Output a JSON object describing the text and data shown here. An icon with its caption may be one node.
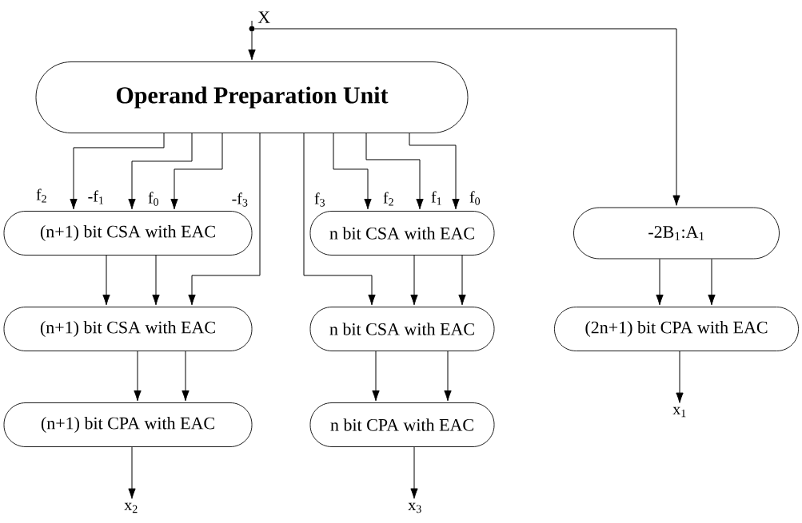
{
  "diagram": {
    "nodes": [
      {
        "text": [
          "X"
        ]
      },
      {
        "text": [
          "Operand Preparation Unit"
        ]
      },
      {
        "text": [
          "(n+1) bit CSA with EAC"
        ]
      },
      {
        "text": [
          "n bit CSA with EAC"
        ]
      },
      {
        "text": [
          "-2B$_{1}$:A$_{1}$"
        ]
      },
      {
        "text": [
          "(n+1) bit CSA with EAC"
        ]
      },
      {
        "text": [
          "n bit CSA with EAC"
        ]
      },
      {
        "text": [
          "(2n+1) bit CPA with EAC"
        ]
      },
      {
        "text": [
          "(n+1) bit CPA with EAC"
        ]
      },
      {
        "text": [
          "n bit CPA with EAC"
        ]
      },
      {
        "text": [
          "x$_{2}$"
        ]
      },
      {
        "text": [
          "x$_{3}$"
        ]
      },
      {
        "text": [
          "x$_{1}$"
        ]
      },
      {
        "text": [],
        "shape": "circle"
      }
    ],
    "edges": [
      {
        "from": 13,
        "to": 1,
        "arrow": "to"
      },
      {
        "from": 13,
        "to": 4,
        "arrow": "to"
      },
      {
        "from": 1,
        "to": 2,
        "arrow": "to",
        "label": "f$_{2}$"
      },
      {
        "from": 1,
        "to": 2,
        "arrow": "to",
        "label": "-f$_{1}$"
      },
      {
        "from": 1,
        "to": 2,
        "arrow": "to",
        "label": "f$_{0}$"
      },
      {
        "from": 1,
        "to": 5,
        "arrow": "to",
        "label": "-f$_{3}$"
      },
      {
        "from": 1,
        "to": 6,
        "arrow": "to",
        "label": "f$_{3}$"
      },
      {
        "from": 1,
        "to": 3,
        "arrow": "to",
        "label": "f$_{2}$"
      },
      {
        "from": 1,
        "to": 3,
        "arrow": "to",
        "label": "f$_{1}$"
      },
      {
        "from": 1,
        "to": 3,
        "arrow": "to",
        "label": "f$_{0}$"
      },
      {
        "from": 2,
        "to": 5,
        "arrow": "to"
      },
      {
        "from": 2,
        "to": 5,
        "arrow": "to"
      },
      {
        "from": 3,
        "to": 6,
        "arrow": "to"
      },
      {
        "from": 3,
        "to": 6,
        "arrow": "to"
      },
      {
        "from": 4,
        "to": 7,
        "arrow": "to"
      },
      {
        "from": 4,
        "to": 7,
        "arrow": "to"
      },
      {
        "from": 5,
        "to": 8,
        "arrow": "to"
      },
      {
        "from": 5,
        "to": 8,
        "arrow": "to"
      },
      {
        "from": 6,
        "to": 9,
        "arrow": "to"
      },
      {
        "from": 6,
        "to": 9,
        "arrow": "to"
      },
      {
        "from": 8,
        "to": 10,
        "arrow": "to"
      },
      {
        "from": 9,
        "to": 11,
        "arrow": "to"
      },
      {
        "from": 7,
        "to": 12,
        "arrow": "to"
      },
      {
        "from": 0,
        "to": 13,
        "arrow": "none"
      }
    ]
  }
}
